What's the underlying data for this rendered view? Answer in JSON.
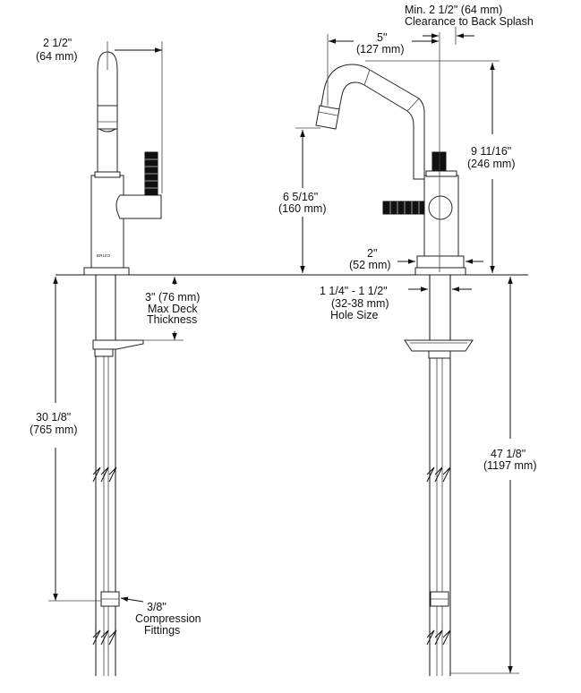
{
  "dims": {
    "left_width": [
      "2 1/2\"",
      "(64 mm)"
    ],
    "clearance": [
      "Min. 2 1/2\" (64 mm)",
      "Clearance to Back Splash"
    ],
    "reach": [
      "5\"",
      "(127 mm)"
    ],
    "overall_height": [
      "9 11/16\"",
      "(246 mm)"
    ],
    "spout_height": [
      "6 5/16\"",
      "(160 mm)"
    ],
    "base_dia": [
      "2\"",
      "(52 mm)"
    ],
    "deck": [
      "3\" (76 mm)",
      "Max Deck",
      "Thickness"
    ],
    "hole": [
      "1 1/4\" - 1 1/2\"",
      "(32-38 mm)",
      "Hole Size"
    ],
    "supply_left": [
      "30 1/8\"",
      "(765 mm)"
    ],
    "supply_right": [
      "47 1/8\"",
      "(1197 mm)"
    ],
    "fittings": [
      "3/8\"",
      "Compression",
      "Fittings"
    ]
  },
  "brand_mark": "BRIZO"
}
